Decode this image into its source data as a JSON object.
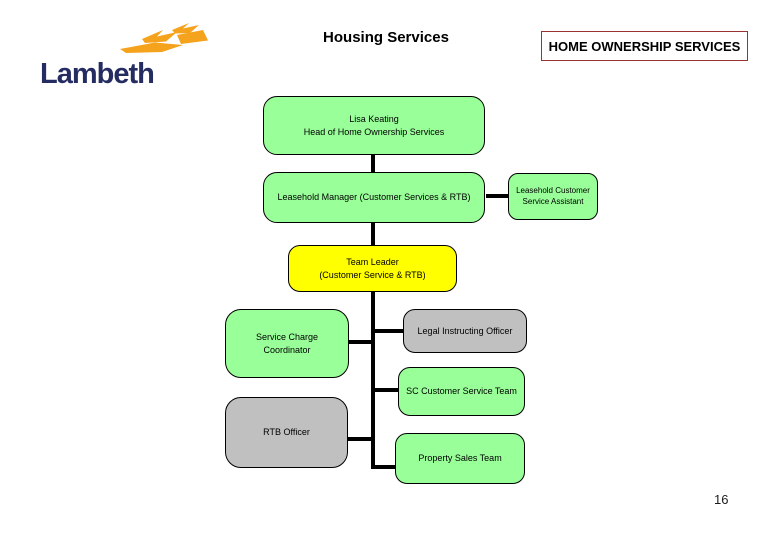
{
  "slide": {
    "title": "Housing Services",
    "badge_label": "HOME OWNERSHIP SERVICES",
    "page_number": "16"
  },
  "logo": {
    "text": "Lambeth",
    "icon": "lambeth-swoosh-icon"
  },
  "colors": {
    "green": "#99ff99",
    "yellow": "#ffff00",
    "gray": "#c0c0c0",
    "node_border": "#000000",
    "connector": "#000000",
    "badge_border": "#993333",
    "logo_navy": "#252c62",
    "logo_orange": "#f5a21d"
  },
  "org_chart": {
    "head": {
      "line1": "Lisa Keating",
      "line2": "Head of Home Ownership Services"
    },
    "leasehold_manager": {
      "line1": "Leasehold Manager (Customer Services & RTB)"
    },
    "leasehold_customer_service_assistant": {
      "line1": "Leasehold Customer",
      "line2": "Service Assistant"
    },
    "team_leader": {
      "line1": "Team Leader",
      "line2": "(Customer Service & RTB)"
    },
    "service_charge_coordinator": {
      "line1": "Service Charge Coordinator"
    },
    "legal_instructing_officer": {
      "line1": "Legal Instructing Officer"
    },
    "sc_customer_service_team": {
      "line1": "SC Customer Service Team"
    },
    "rtb_officer": {
      "line1": "RTB Officer"
    },
    "property_sales_team": {
      "line1": "Property Sales Team"
    }
  }
}
